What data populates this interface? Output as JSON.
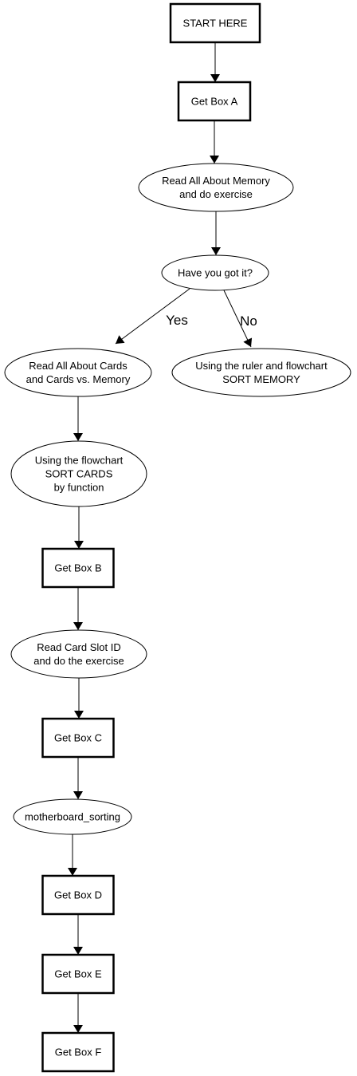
{
  "nodes": [
    {
      "id": "start",
      "shape": "box",
      "lines": [
        "START HERE"
      ]
    },
    {
      "id": "box-a",
      "shape": "box",
      "lines": [
        "Get Box A"
      ]
    },
    {
      "id": "memory",
      "shape": "ellipse",
      "lines": [
        "Read All About Memory",
        "and do exercise"
      ]
    },
    {
      "id": "got-it",
      "shape": "ellipse",
      "lines": [
        "Have you got it?"
      ]
    },
    {
      "id": "cards",
      "shape": "ellipse",
      "lines": [
        "Read All About Cards",
        "and Cards vs. Memory"
      ]
    },
    {
      "id": "sort-memory",
      "shape": "ellipse",
      "lines": [
        "Using the ruler and flowchart",
        "SORT MEMORY"
      ]
    },
    {
      "id": "sort-cards",
      "shape": "ellipse",
      "lines": [
        "Using the flowchart",
        "SORT CARDS",
        "by function"
      ]
    },
    {
      "id": "box-b",
      "shape": "box",
      "lines": [
        "Get Box B"
      ]
    },
    {
      "id": "card-slot",
      "shape": "ellipse",
      "lines": [
        "Read Card Slot ID",
        "and do the exercise"
      ]
    },
    {
      "id": "box-c",
      "shape": "box",
      "lines": [
        "Get Box C"
      ]
    },
    {
      "id": "mobo",
      "shape": "ellipse",
      "lines": [
        "motherboard_sorting"
      ]
    },
    {
      "id": "box-d",
      "shape": "box",
      "lines": [
        "Get Box D"
      ]
    },
    {
      "id": "box-e",
      "shape": "box",
      "lines": [
        "Get Box E"
      ]
    },
    {
      "id": "box-f",
      "shape": "box",
      "lines": [
        "Get Box F"
      ]
    }
  ],
  "edges": [
    {
      "from": "start",
      "to": "box-a",
      "label": ""
    },
    {
      "from": "box-a",
      "to": "memory",
      "label": ""
    },
    {
      "from": "memory",
      "to": "got-it",
      "label": ""
    },
    {
      "from": "got-it",
      "to": "cards",
      "label": "Yes"
    },
    {
      "from": "got-it",
      "to": "sort-memory",
      "label": "No"
    },
    {
      "from": "cards",
      "to": "sort-cards",
      "label": ""
    },
    {
      "from": "sort-cards",
      "to": "box-b",
      "label": ""
    },
    {
      "from": "box-b",
      "to": "card-slot",
      "label": ""
    },
    {
      "from": "card-slot",
      "to": "box-c",
      "label": ""
    },
    {
      "from": "box-c",
      "to": "mobo",
      "label": ""
    },
    {
      "from": "mobo",
      "to": "box-d",
      "label": ""
    },
    {
      "from": "box-d",
      "to": "box-e",
      "label": ""
    },
    {
      "from": "box-e",
      "to": "box-f",
      "label": ""
    }
  ]
}
